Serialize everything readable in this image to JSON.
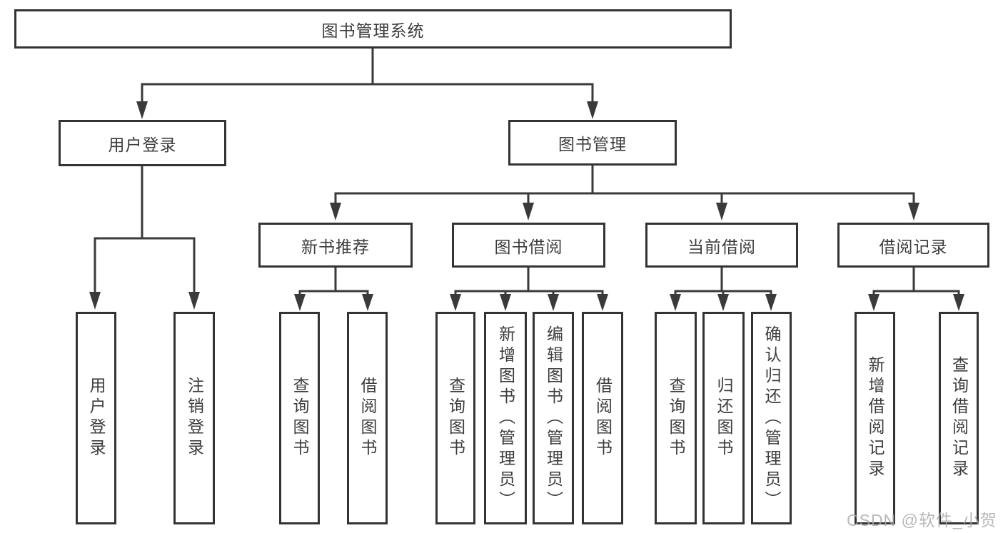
{
  "nodes": {
    "root": "图书管理系统",
    "user_login": "用户登录",
    "book_management": "图书管理",
    "new_book_recommend": "新书推荐",
    "book_borrowing": "图书借阅",
    "current_borrowing": "当前借阅",
    "borrowing_records": "借阅记录",
    "leaf_user_login": "用户登录",
    "leaf_logout": "注销登录",
    "leaf_query_books_1": "查询图书",
    "leaf_borrow_books_1": "借阅图书",
    "leaf_query_books_2": "查询图书",
    "leaf_add_books": "新增图书（管理员）",
    "leaf_edit_books": "编辑图书（管理员）",
    "leaf_borrow_books_2": "借阅图书",
    "leaf_query_books_3": "查询图书",
    "leaf_return_books": "归还图书",
    "leaf_confirm_return": "确认归还（管理员）",
    "leaf_add_borrow_record": "新增借阅记录",
    "leaf_query_borrow_record": "查询借阅记录"
  },
  "hierarchy": {
    "图书管理系统": {
      "用户登录": [
        "用户登录",
        "注销登录"
      ],
      "图书管理": {
        "新书推荐": [
          "查询图书",
          "借阅图书"
        ],
        "图书借阅": [
          "查询图书",
          "新增图书（管理员）",
          "编辑图书（管理员）",
          "借阅图书"
        ],
        "当前借阅": [
          "查询图书",
          "归还图书",
          "确认归还（管理员）"
        ],
        "借阅记录": [
          "新增借阅记录",
          "查询借阅记录"
        ]
      }
    }
  },
  "watermark": {
    "text": "CSDN @软件_小贺同学"
  },
  "colors": {
    "background": "#ffffff",
    "line": "#3a3a3a",
    "box_border": "#333333",
    "text": "#3d3d3d",
    "watermark": "#a8a8a8"
  }
}
